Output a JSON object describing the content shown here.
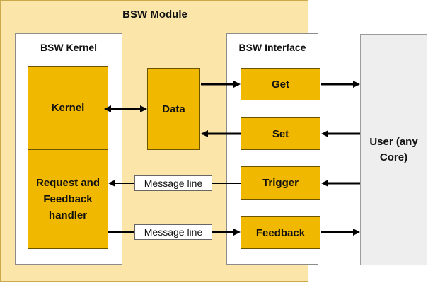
{
  "module": {
    "title": "BSW Module"
  },
  "kernel_panel": {
    "title": "BSW Kernel"
  },
  "interface_panel": {
    "title": "BSW Interface"
  },
  "blocks": {
    "kernel": "Kernel",
    "request_feedback_handler": "Request and Feedback handler",
    "data": "Data",
    "get": "Get",
    "set": "Set",
    "trigger": "Trigger",
    "feedback": "Feedback",
    "user": "User (any Core)"
  },
  "message_lines": {
    "upper": "Message line",
    "lower": "Message line"
  },
  "colors": {
    "module_bg": "#fbe5a9",
    "block_fill": "#f1b800",
    "user_bg": "#eeeeee",
    "panel_bg": "#ffffff",
    "arrow": "#000000"
  }
}
